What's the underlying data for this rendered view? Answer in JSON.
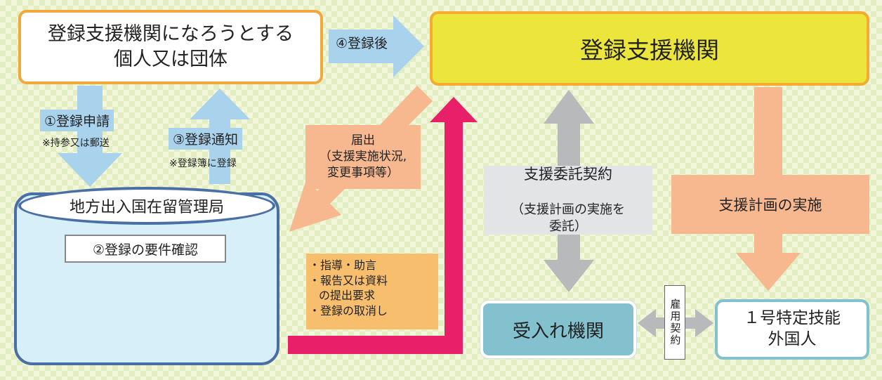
{
  "applicant": {
    "text": "登録支援機関になろうとする\n個人又は団体"
  },
  "registered_body": {
    "text": "登録支援機関"
  },
  "immigration": {
    "title": "地方出入国在留管理局",
    "requirement_check": "②登録の要件確認"
  },
  "arrows": {
    "apply": {
      "label": "①登録申請",
      "note": "※持参又は郵送"
    },
    "notify": {
      "label": "③登録通知",
      "note": "※登録簿に登録"
    },
    "after_registration": {
      "label": "④登録後"
    }
  },
  "notification": {
    "text": "届出\n（支援実施状況,\n変更事項等）"
  },
  "guidance": {
    "items": [
      "指導・助言",
      "報告又は資料\nの提出要求",
      "登録の取消し"
    ]
  },
  "entrustment": {
    "title": "支援委託契約",
    "detail": "（支援計画の実施を\n委託）"
  },
  "support_implementation": {
    "text": "支援計画の実施"
  },
  "receiving_org": {
    "text": "受入れ機関"
  },
  "foreign_worker": {
    "text": "１号特定技能\n外国人"
  },
  "employment_contract": {
    "text": "雇用契約"
  },
  "colors": {
    "orange_border": "#f2a93b",
    "yellow_fill": "#ece63c",
    "blue_arrow": "#a9d2ec",
    "salmon": "#f7b88f",
    "magenta": "#e8206a",
    "gray": "#b8b9bb",
    "teal": "#82c1cd",
    "navy": "#4a6fa5"
  }
}
